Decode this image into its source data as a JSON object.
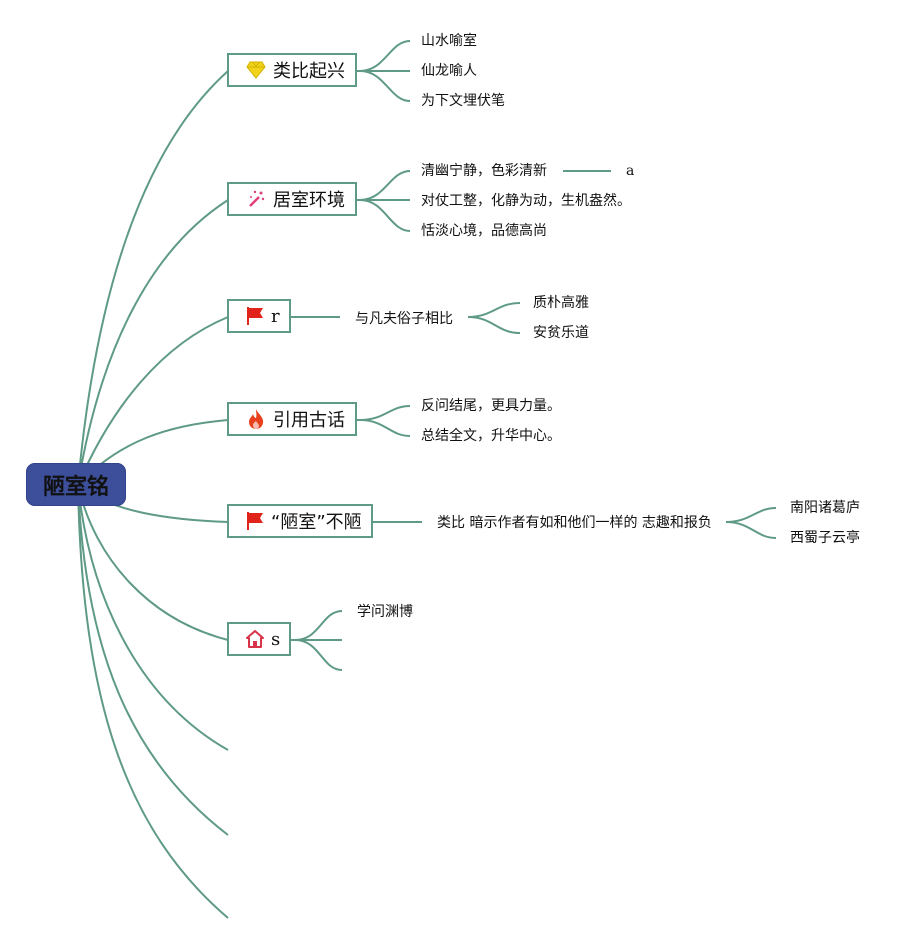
{
  "root": {
    "label": "陋室铭"
  },
  "topics": [
    {
      "id": "t1",
      "label": "类比起兴",
      "icon": "diamond-icon",
      "children": [
        "山水喻室",
        "仙龙喻人",
        "为下文埋伏笔"
      ]
    },
    {
      "id": "t2",
      "label": "居室环境",
      "icon": "magic-wand-icon",
      "children": [
        "清幽宁静，色彩清新",
        "对仗工整，化静为动，生机盎然。",
        "恬淡心境，品德高尚"
      ],
      "grandchild": "a"
    },
    {
      "id": "t3",
      "label": "r",
      "icon": "red-flag-icon",
      "mid": "与凡夫俗子相比",
      "children": [
        "质朴高雅",
        "安贫乐道"
      ]
    },
    {
      "id": "t4",
      "label": "引用古话",
      "icon": "fire-icon",
      "children": [
        "反问结尾，更具力量。",
        "总结全文，升华中心。"
      ]
    },
    {
      "id": "t5",
      "label": "“陋室”不陋",
      "icon": "red-flag-icon",
      "mid": "类比 暗示作者有如和他们一样的 志趣和报负",
      "children": [
        "南阳诸葛庐",
        "西蜀子云亭"
      ]
    },
    {
      "id": "t6",
      "label": "s",
      "icon": "home-icon",
      "children": [
        "学问渊博"
      ]
    }
  ],
  "colors": {
    "line": "#5e9a86",
    "root_bg": "#3d4f9b",
    "flag": "#e0241b",
    "fire": "#e8401c",
    "diamond": "#f2d21b",
    "wand": "#e0407a",
    "home": "#d9334a"
  }
}
